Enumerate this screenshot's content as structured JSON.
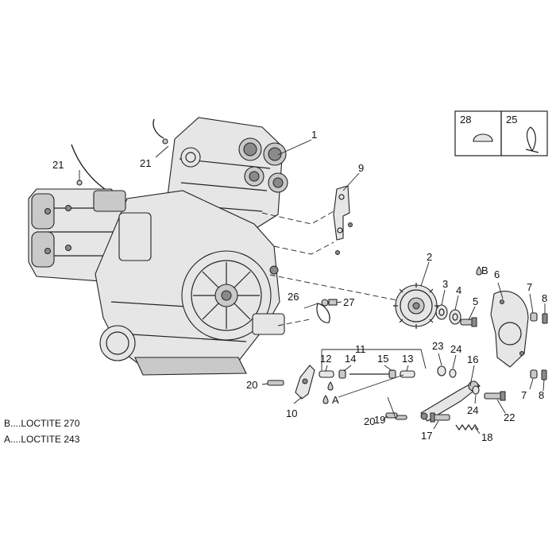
{
  "callouts": {
    "c1": "1",
    "c2": "2",
    "c3": "3",
    "c4": "4",
    "c5": "5",
    "c6": "6",
    "c7a": "7",
    "c7b": "7",
    "c8a": "8",
    "c8b": "8",
    "c9": "9",
    "c10": "10",
    "c11": "11",
    "c12": "12",
    "c13": "13",
    "c14": "14",
    "c15": "15",
    "c16": "16",
    "c17": "17",
    "c18": "18",
    "c19": "19",
    "c20a": "20",
    "c20b": "20",
    "c21a": "21",
    "c21b": "21",
    "c22": "22",
    "c23": "23",
    "c24a": "24",
    "c24b": "24",
    "c25": "25",
    "c26": "26",
    "c27": "27",
    "c28": "28",
    "markB": "B",
    "markA": "A"
  },
  "legend": {
    "b": "B....LOCTITE 270",
    "a": "A....LOCTITE 243"
  },
  "icons": [
    "loctite-drop-icon",
    "sealing-plug-icon",
    "clip-icon"
  ]
}
